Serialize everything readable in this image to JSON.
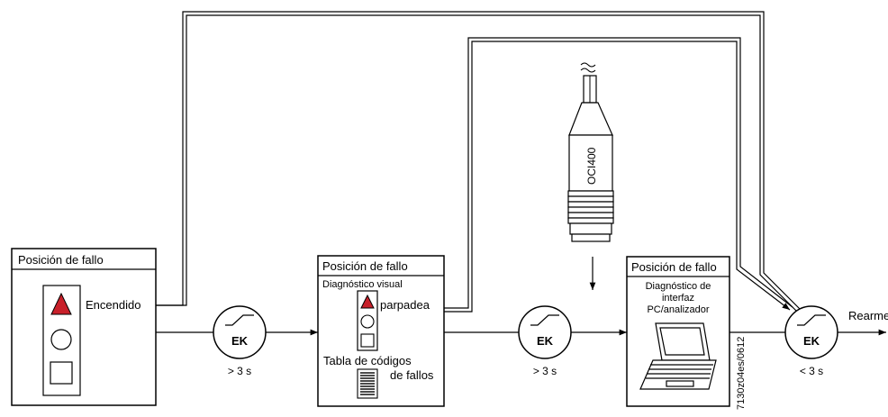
{
  "boxes": {
    "box1": {
      "title": "Posición de fallo",
      "lamp_label": "Encendido"
    },
    "box2": {
      "title": "Posición de fallo",
      "subtitle": "Diagnóstico visual",
      "lamp_label": "parpadea",
      "table_line1": "Tabla de códigos",
      "table_line2": "de fallos"
    },
    "box3": {
      "title": "Posición de fallo",
      "desc_line1": "Diagnóstico de",
      "desc_line2": "interfaz",
      "desc_line3": "PC/analizador"
    }
  },
  "switches": [
    {
      "label": "EK",
      "time": "> 3 s"
    },
    {
      "label": "EK",
      "time": "> 3 s"
    },
    {
      "label": "EK",
      "time": "< 3 s"
    }
  ],
  "adapter": {
    "label": "OCI400"
  },
  "output": {
    "label": "Rearme"
  },
  "figure_id": "7130z04es/0612",
  "colors": {
    "lamp_red": "#c8202a",
    "line": "#000000"
  }
}
